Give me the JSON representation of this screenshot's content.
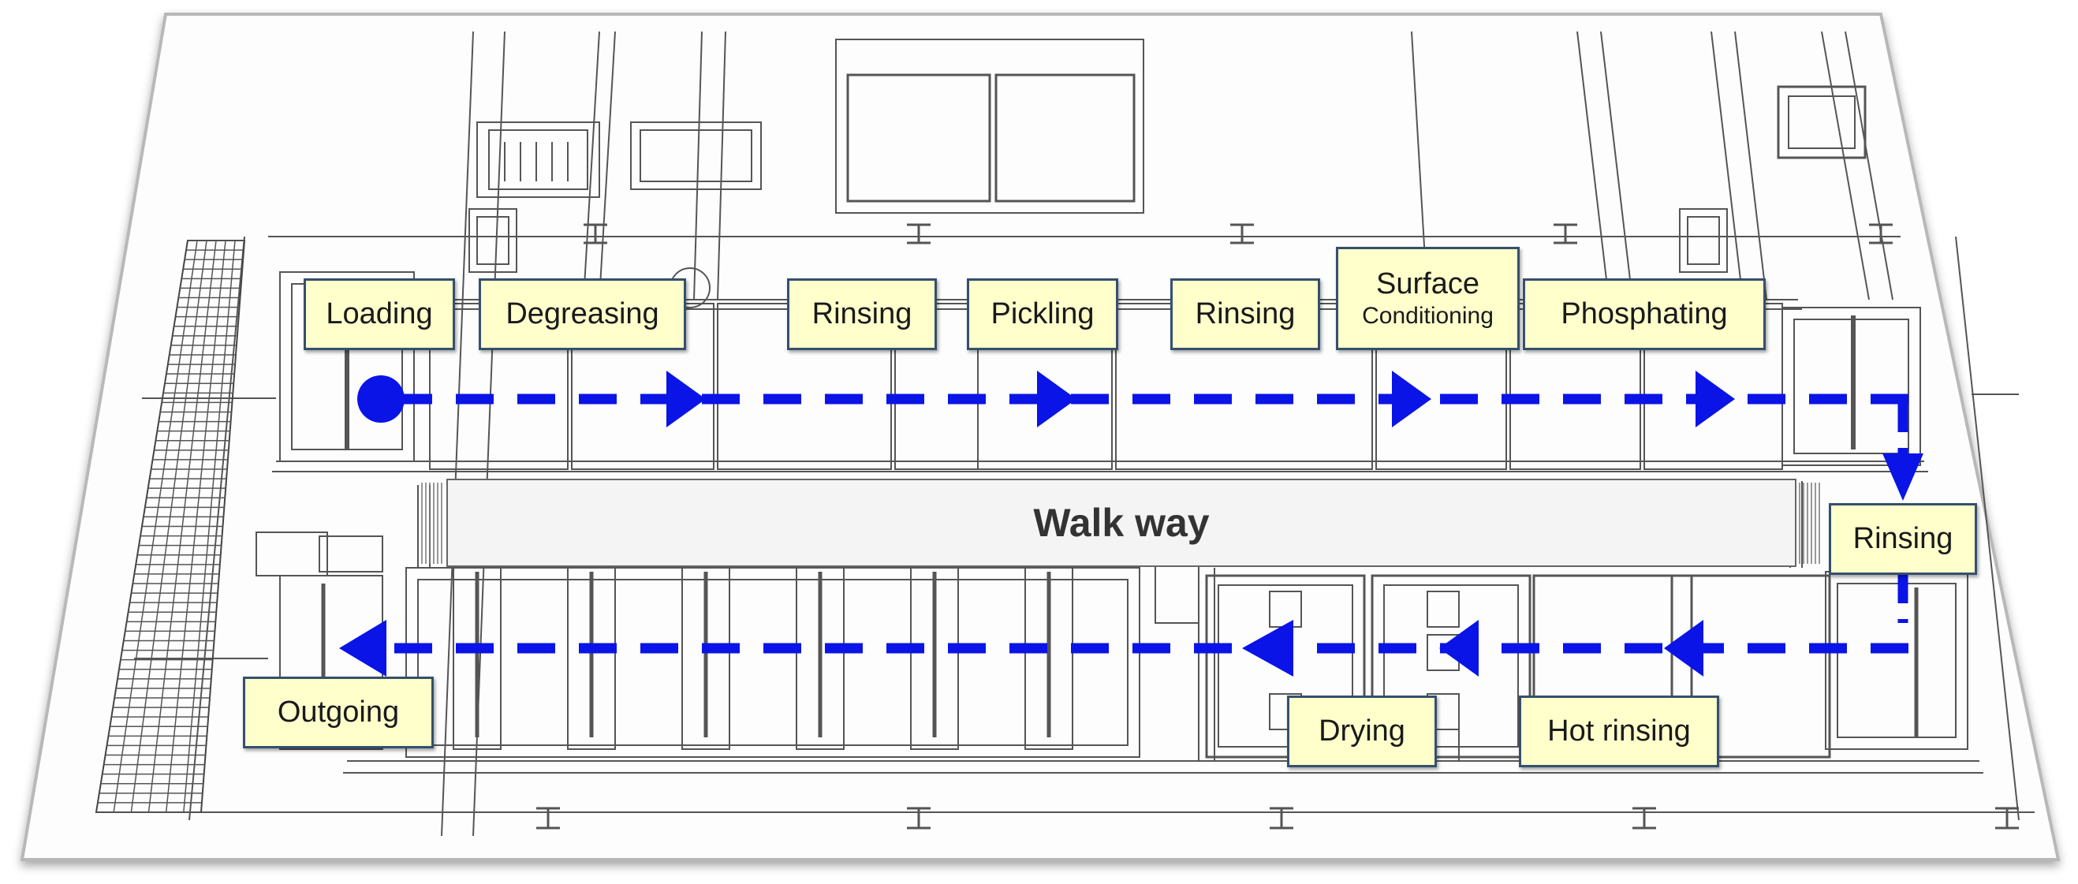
{
  "labels": {
    "loading": "Loading",
    "degreasing": "Degreasing",
    "rinsing_1": "Rinsing",
    "pickling": "Pickling",
    "rinsing_2": "Rinsing",
    "surface_conditioning_line1": "Surface",
    "surface_conditioning_line2": "Conditioning",
    "phosphating": "Phosphating",
    "rinsing_3": "Rinsing",
    "hot_rinsing": "Hot rinsing",
    "drying": "Drying",
    "outgoing": "Outgoing",
    "walkway": "Walk way"
  },
  "colors": {
    "flow_arrow": "#0a14e6",
    "label_fill": "#ffffcc",
    "label_border": "#35506e",
    "drawing_lines": "#555555",
    "walkway_fill": "#f4f4f4"
  }
}
